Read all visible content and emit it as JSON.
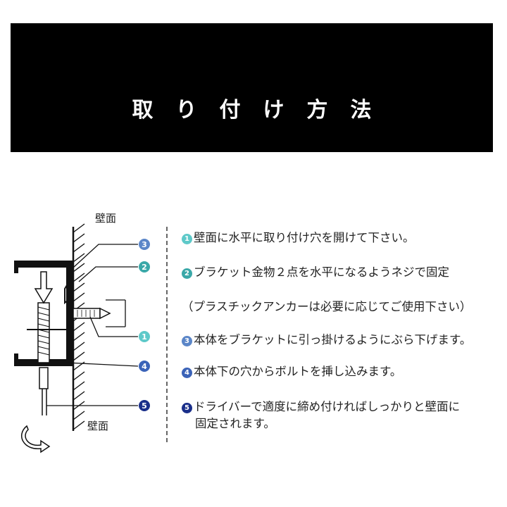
{
  "header": {
    "title": "取り付け方法"
  },
  "colors": {
    "n1": "#5ec9c9",
    "n2": "#3aa8a8",
    "n3": "#5b86c8",
    "n4": "#3b63b8",
    "n5": "#1a2f8a"
  },
  "diagram": {
    "wall_label_top": "壁面",
    "wall_label_bottom": "壁面",
    "callouts": [
      "3",
      "2",
      "1",
      "4",
      "5"
    ]
  },
  "steps": [
    {
      "num": "1",
      "text": "壁面に水平に取り付け穴を開けて下さい。"
    },
    {
      "num": "2",
      "text": "ブラケット金物２点を水平になるようネジで固定"
    },
    {
      "num": "",
      "text": "（プラスチックアンカーは必要に応じてご使用下さい）"
    },
    {
      "num": "3",
      "text": "本体をブラケットに引っ掛けるようにぶら下げます。"
    },
    {
      "num": "4",
      "text": "本体下の穴からボルトを挿し込みます。"
    },
    {
      "num": "5",
      "text": "ドライバーで適度に締め付ければしっかりと壁面に",
      "text2": "固定されます。"
    }
  ]
}
